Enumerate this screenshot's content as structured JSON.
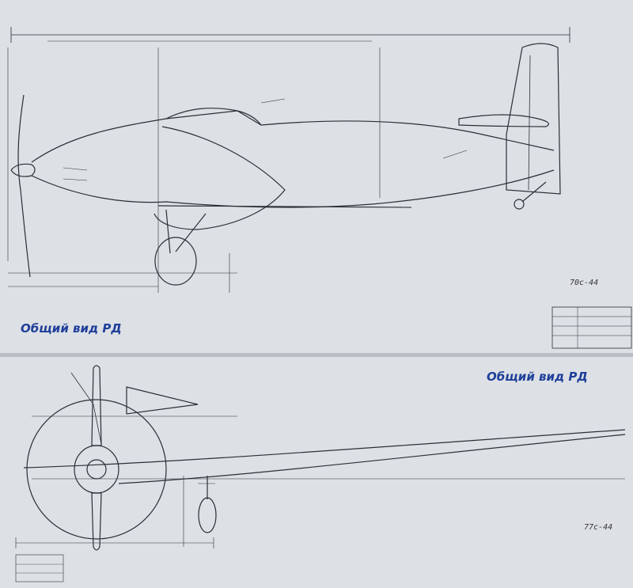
{
  "document": {
    "caption_top": "Общий вид РД",
    "caption_bottom": "Общий вид РД",
    "stamp_top": "70с-44",
    "stamp_bottom": "77с-44"
  },
  "colors": {
    "background": "#dde1e5",
    "ink": "#2b2f36",
    "caption": "#1f3f9a"
  }
}
